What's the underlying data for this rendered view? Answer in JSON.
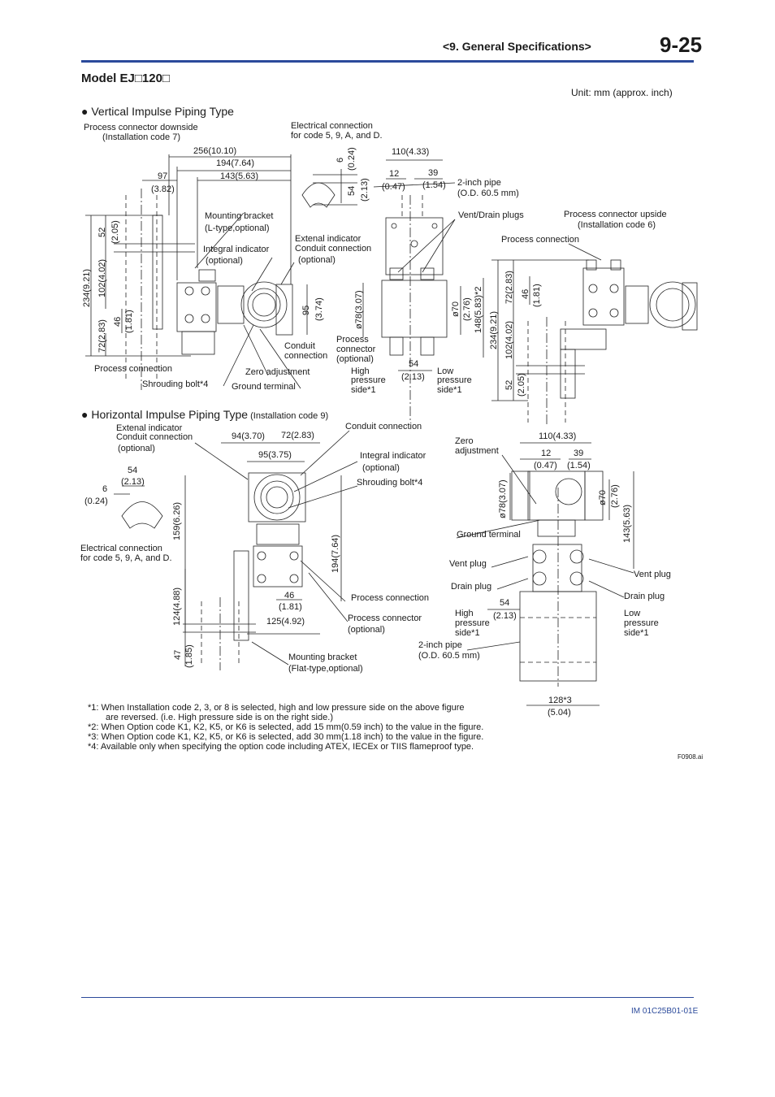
{
  "header": {
    "section": "<9.  General Specifications>",
    "page": "9-25"
  },
  "model_title": "Model EJ□120□",
  "unit_note": "Unit: mm (approx. inch)",
  "vertical": {
    "heading": "● Vertical Impulse Piping Type",
    "labels": {
      "pc_down1": "Process connector downside",
      "pc_down2": "(Installation code 7)",
      "elec1": "Electrical connection",
      "elec2": "for code 5, 9, A, and D.",
      "d256": "256(10.10)",
      "d194": "194(7.64)",
      "d97": "97",
      "d97b": "(3.82)",
      "d143": "143(5.63)",
      "d110": "110(4.33)",
      "d12": "12",
      "d12b": "(0.47)",
      "d39": "39",
      "d39b": "(1.54)",
      "pipe1": "2-inch pipe",
      "pipe2": "(O.D. 60.5 mm)",
      "vent": "Vent/Drain plugs",
      "pc_up1": "Process connector upside",
      "pc_up2": "(Installation code 6)",
      "mb1": "Mounting bracket",
      "mb2": "(L-type,optional)",
      "ii1": "Integral indicator",
      "ii2": "(optional)",
      "ext1": "Extenal indicator",
      "ext2": "Conduit connection",
      "ext3": "(optional)",
      "proc_conn_r": "Process connection",
      "cond1": "Conduit",
      "cond2": "connection",
      "pconn1": "Process",
      "pconn2": "connector",
      "pconn3": "(optional)",
      "zero": "Zero adjustment",
      "proc_conn_l": "Process connection",
      "shroud": "Shrouding bolt*4",
      "ground": "Ground terminal",
      "high1": "High",
      "high2": "pressure",
      "high3": "side*1",
      "low1": "Low",
      "low2": "pressure",
      "low3": "side*1",
      "d54": "54",
      "d54b": "(2.13)",
      "v6": "6",
      "v024": "(0.24)",
      "v54": "54",
      "v213": "(2.13)",
      "v52": "52",
      "v205": "(2.05)",
      "v234": "234(9.21)",
      "v102": "102(4.02)",
      "v46": "46",
      "v181": "(1.81)",
      "v72": "72(2.83)",
      "v95": "95",
      "v374": "(3.74)",
      "v78": "ø78(3.07)",
      "v70": "ø70",
      "v276": "(2.76)",
      "v148": "148(5.83)*2",
      "r234": "234(9.21)",
      "r102": "102(4.02)",
      "r72": "72(2.83)",
      "r46": "46",
      "r181": "(1.81)",
      "r52": "52",
      "r205": "(2.05)"
    }
  },
  "horizontal": {
    "heading": "● Horizontal Impulse Piping Type",
    "heading_small": " (Installation code 9)",
    "labels": {
      "ext1": "Extenal indicator",
      "ext2": "Conduit connection",
      "ext3": "(optional)",
      "d94": "94(3.70)",
      "d72": "72(2.83)",
      "d95": "95(3.75)",
      "conduit": "Conduit connection",
      "ii1": "Integral indicator",
      "ii2": "(optional)",
      "shroud": "Shrouding bolt*4",
      "d54": "54",
      "d54b": "(2.13)",
      "d6": "6",
      "d024": "(0.24)",
      "elec1": "Electrical connection",
      "elec2": "for code 5, 9, A, and D.",
      "v159": "159(6.26)",
      "v194": "194(7.64)",
      "v124": "124(4.88)",
      "v47": "47",
      "v185": "(1.85)",
      "d46": "46",
      "d181": "(1.81)",
      "d125": "125(4.92)",
      "proc_conn": "Process connection",
      "pconn1": "Process connector",
      "pconn2": "(optional)",
      "mb1": "Mounting bracket",
      "mb2": "(Flat-type,optional)",
      "zero1": "Zero",
      "zero2": "adjustment",
      "d110": "110(4.33)",
      "d12": "12",
      "d12b": "(0.47)",
      "d39": "39",
      "d39b": "(1.54)",
      "v78": "ø78(3.07)",
      "v70": "ø70",
      "v276": "(2.76)",
      "v143": "143(5.63)",
      "ground": "Ground terminal",
      "ventL": "Vent plug",
      "ventR": "Vent plug",
      "drainL": "Drain plug",
      "drainR": "Drain plug",
      "high1": "High",
      "high2": "pressure",
      "high3": "side*1",
      "low1": "Low",
      "low2": "pressure",
      "low3": "side*1",
      "r54": "54",
      "r213": "(2.13)",
      "pipe1": "2-inch pipe",
      "pipe2": "(O.D. 60.5 mm)",
      "d128": "128*3",
      "d504": "(5.04)"
    }
  },
  "notes": {
    "n1a": "*1:  When Installation code 2, 3, or 8 is selected, high and low pressure side on the above figure",
    "n1b": "are reversed. (i.e. High pressure side is on the right side.)",
    "n2": "*2:  When Option code K1, K2, K5, or K6 is selected, add 15 mm(0.59 inch) to the value in the figure.",
    "n3": "*3:  When Option code K1, K2, K5, or K6 is selected, add 30 mm(1.18 inch) to the value in the figure.",
    "n4": "*4:  Available only when specifying the option code including ATEX, IECEx or TIIS flameproof type."
  },
  "figure_id": "F0908.ai",
  "footer": "IM 01C25B01-01E",
  "colors": {
    "rule": "#2b4a9b"
  }
}
